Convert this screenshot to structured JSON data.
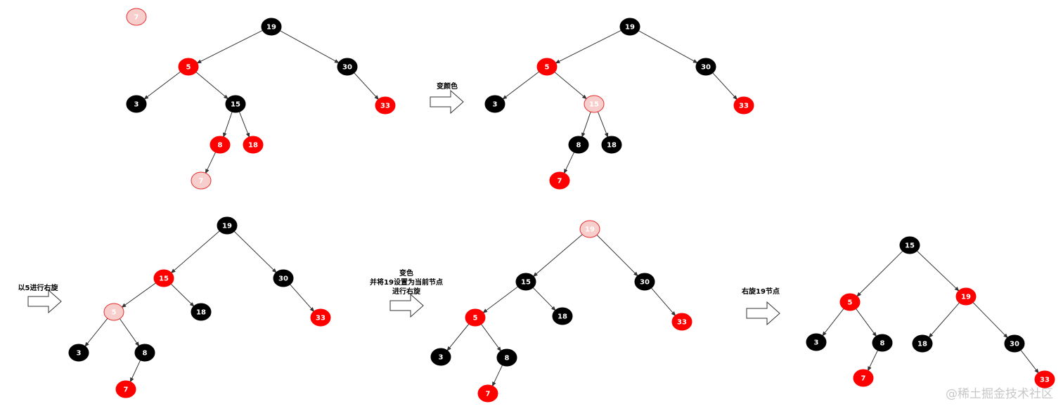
{
  "colors": {
    "black_node": "#000000",
    "red_node": "#ff0000",
    "pending_node_fill": "#f8cecc",
    "pending_node_stroke": "#e82d2d",
    "edge": "#333333",
    "label_on_dark": "#ffffff",
    "label_on_pending": "#ffffff"
  },
  "trees": [
    {
      "id": "tree-1",
      "nodes": [
        {
          "id": "n19",
          "label": "19",
          "color": "black"
        },
        {
          "id": "n5",
          "label": "5",
          "color": "red"
        },
        {
          "id": "n30",
          "label": "30",
          "color": "black"
        },
        {
          "id": "n3",
          "label": "3",
          "color": "black"
        },
        {
          "id": "n15",
          "label": "15",
          "color": "black"
        },
        {
          "id": "n33",
          "label": "33",
          "color": "red"
        },
        {
          "id": "n8",
          "label": "8",
          "color": "red"
        },
        {
          "id": "n18",
          "label": "18",
          "color": "red"
        },
        {
          "id": "n7",
          "label": "7",
          "color": "pending"
        },
        {
          "id": "n7new",
          "label": "7",
          "color": "pending"
        }
      ],
      "edges": [
        [
          "n19",
          "n5"
        ],
        [
          "n19",
          "n30"
        ],
        [
          "n5",
          "n3"
        ],
        [
          "n5",
          "n15"
        ],
        [
          "n30",
          "n33"
        ],
        [
          "n15",
          "n8"
        ],
        [
          "n15",
          "n18"
        ],
        [
          "n8",
          "n7"
        ]
      ]
    },
    {
      "id": "tree-2",
      "nodes": [
        {
          "id": "n19",
          "label": "19",
          "color": "black"
        },
        {
          "id": "n5",
          "label": "5",
          "color": "red"
        },
        {
          "id": "n30",
          "label": "30",
          "color": "black"
        },
        {
          "id": "n3",
          "label": "3",
          "color": "black"
        },
        {
          "id": "n15",
          "label": "15",
          "color": "pending"
        },
        {
          "id": "n33",
          "label": "33",
          "color": "red"
        },
        {
          "id": "n8",
          "label": "8",
          "color": "black"
        },
        {
          "id": "n18",
          "label": "18",
          "color": "black"
        },
        {
          "id": "n7",
          "label": "7",
          "color": "red"
        }
      ],
      "edges": [
        [
          "n19",
          "n5"
        ],
        [
          "n19",
          "n30"
        ],
        [
          "n5",
          "n3"
        ],
        [
          "n5",
          "n15"
        ],
        [
          "n30",
          "n33"
        ],
        [
          "n15",
          "n8"
        ],
        [
          "n15",
          "n18"
        ],
        [
          "n8",
          "n7"
        ]
      ]
    },
    {
      "id": "tree-3",
      "nodes": [
        {
          "id": "n19",
          "label": "19",
          "color": "black"
        },
        {
          "id": "n15",
          "label": "15",
          "color": "red"
        },
        {
          "id": "n30",
          "label": "30",
          "color": "black"
        },
        {
          "id": "n5",
          "label": "5",
          "color": "pending"
        },
        {
          "id": "n18",
          "label": "18",
          "color": "black"
        },
        {
          "id": "n33",
          "label": "33",
          "color": "red"
        },
        {
          "id": "n3",
          "label": "3",
          "color": "black"
        },
        {
          "id": "n8",
          "label": "8",
          "color": "black"
        },
        {
          "id": "n7",
          "label": "7",
          "color": "red"
        }
      ],
      "edges": [
        [
          "n19",
          "n15"
        ],
        [
          "n19",
          "n30"
        ],
        [
          "n15",
          "n5"
        ],
        [
          "n15",
          "n18"
        ],
        [
          "n30",
          "n33"
        ],
        [
          "n5",
          "n3"
        ],
        [
          "n5",
          "n8"
        ],
        [
          "n8",
          "n7"
        ]
      ]
    },
    {
      "id": "tree-4",
      "nodes": [
        {
          "id": "n19",
          "label": "19",
          "color": "pending"
        },
        {
          "id": "n15",
          "label": "15",
          "color": "black"
        },
        {
          "id": "n30",
          "label": "30",
          "color": "black"
        },
        {
          "id": "n5",
          "label": "5",
          "color": "red"
        },
        {
          "id": "n18",
          "label": "18",
          "color": "black"
        },
        {
          "id": "n33",
          "label": "33",
          "color": "red"
        },
        {
          "id": "n3",
          "label": "3",
          "color": "black"
        },
        {
          "id": "n8",
          "label": "8",
          "color": "black"
        },
        {
          "id": "n7",
          "label": "7",
          "color": "red"
        }
      ],
      "edges": [
        [
          "n19",
          "n15"
        ],
        [
          "n19",
          "n30"
        ],
        [
          "n15",
          "n5"
        ],
        [
          "n15",
          "n18"
        ],
        [
          "n30",
          "n33"
        ],
        [
          "n5",
          "n3"
        ],
        [
          "n5",
          "n8"
        ],
        [
          "n8",
          "n7"
        ]
      ]
    },
    {
      "id": "tree-5",
      "nodes": [
        {
          "id": "n15",
          "label": "15",
          "color": "black"
        },
        {
          "id": "n5",
          "label": "5",
          "color": "red"
        },
        {
          "id": "n19",
          "label": "19",
          "color": "red"
        },
        {
          "id": "n3",
          "label": "3",
          "color": "black"
        },
        {
          "id": "n8",
          "label": "8",
          "color": "black"
        },
        {
          "id": "n18",
          "label": "18",
          "color": "black"
        },
        {
          "id": "n30",
          "label": "30",
          "color": "black"
        },
        {
          "id": "n7",
          "label": "7",
          "color": "red"
        },
        {
          "id": "n33",
          "label": "33",
          "color": "red"
        }
      ],
      "edges": [
        [
          "n15",
          "n5"
        ],
        [
          "n15",
          "n19"
        ],
        [
          "n5",
          "n3"
        ],
        [
          "n5",
          "n8"
        ],
        [
          "n19",
          "n18"
        ],
        [
          "n19",
          "n30"
        ],
        [
          "n8",
          "n7"
        ],
        [
          "n30",
          "n33"
        ]
      ]
    }
  ],
  "steps": [
    {
      "id": "step-1",
      "lines": [
        "变颜色"
      ]
    },
    {
      "id": "step-2",
      "lines": [
        "以5进行右旋"
      ]
    },
    {
      "id": "step-3",
      "lines": [
        "变色",
        "并将19设置为当前节点",
        "进行右旋"
      ]
    },
    {
      "id": "step-4",
      "lines": [
        "右旋19节点"
      ]
    }
  ],
  "watermark": "@稀土掘金技术社区"
}
